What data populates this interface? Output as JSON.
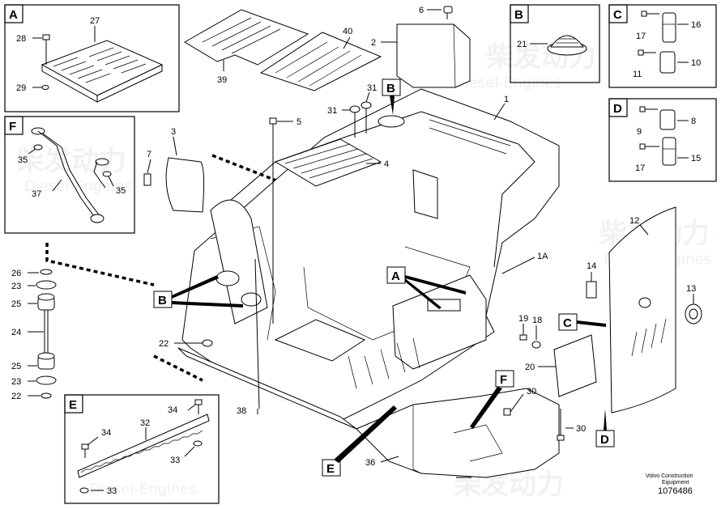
{
  "watermark": {
    "brand_cn": "柴发动力",
    "brand_en": "Diesel-Engines"
  },
  "footer": {
    "company": "Volvo Construction",
    "subtitle": "Equipment",
    "doc_number": "1076486"
  },
  "detail_boxes": [
    "A",
    "B",
    "C",
    "D",
    "E",
    "F"
  ],
  "callout_letters": [
    "A",
    "B",
    "B",
    "C",
    "D",
    "E",
    "F"
  ],
  "part_labels": {
    "p1": "1",
    "p1a": "1A",
    "p2": "2",
    "p3": "3",
    "p4": "4",
    "p5": "5",
    "p6": "6",
    "p7": "7",
    "p8": "8",
    "p9": "9",
    "p10": "10",
    "p11": "11",
    "p12": "12",
    "p13": "13",
    "p14": "14",
    "p15": "15",
    "p16": "16",
    "p17a": "17",
    "p17b": "17",
    "p18": "18",
    "p19": "19",
    "p20": "20",
    "p21": "21",
    "p22a": "22",
    "p22b": "22",
    "p23a": "23",
    "p23b": "23",
    "p24": "24",
    "p25a": "25",
    "p25b": "25",
    "p26": "26",
    "p27": "27",
    "p28": "28",
    "p29": "29",
    "p30a": "30",
    "p30b": "30",
    "p31a": "31",
    "p31b": "31",
    "p32": "32",
    "p33a": "33",
    "p33b": "33",
    "p34a": "34",
    "p34b": "34",
    "p35a": "35",
    "p35b": "35",
    "p36": "36",
    "p37": "37",
    "p38": "38",
    "p39": "39",
    "p40": "40"
  }
}
